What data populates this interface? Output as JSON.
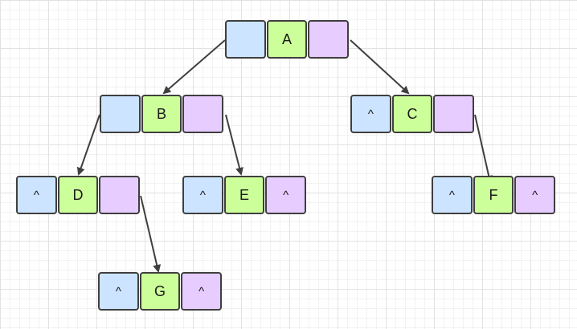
{
  "diagram": {
    "colors": {
      "left_pointer": "#cce4ff",
      "data_field": "#ccff99",
      "right_pointer": "#e6ccff",
      "border": "#3f3f3f",
      "arrow": "#3f3f3f"
    },
    "nodes": {
      "A": {
        "left": "",
        "data": "A",
        "right": ""
      },
      "B": {
        "left": "",
        "data": "B",
        "right": ""
      },
      "C": {
        "left": "^",
        "data": "C",
        "right": ""
      },
      "D": {
        "left": "^",
        "data": "D",
        "right": ""
      },
      "E": {
        "left": "^",
        "data": "E",
        "right": "^"
      },
      "F": {
        "left": "^",
        "data": "F",
        "right": "^"
      },
      "G": {
        "left": "^",
        "data": "G",
        "right": "^"
      }
    },
    "edges": [
      {
        "from": "A",
        "side": "left",
        "to": "B"
      },
      {
        "from": "A",
        "side": "right",
        "to": "C"
      },
      {
        "from": "B",
        "side": "left",
        "to": "D"
      },
      {
        "from": "B",
        "side": "right",
        "to": "E"
      },
      {
        "from": "C",
        "side": "right",
        "to": "F"
      },
      {
        "from": "D",
        "side": "right",
        "to": "G"
      }
    ]
  }
}
